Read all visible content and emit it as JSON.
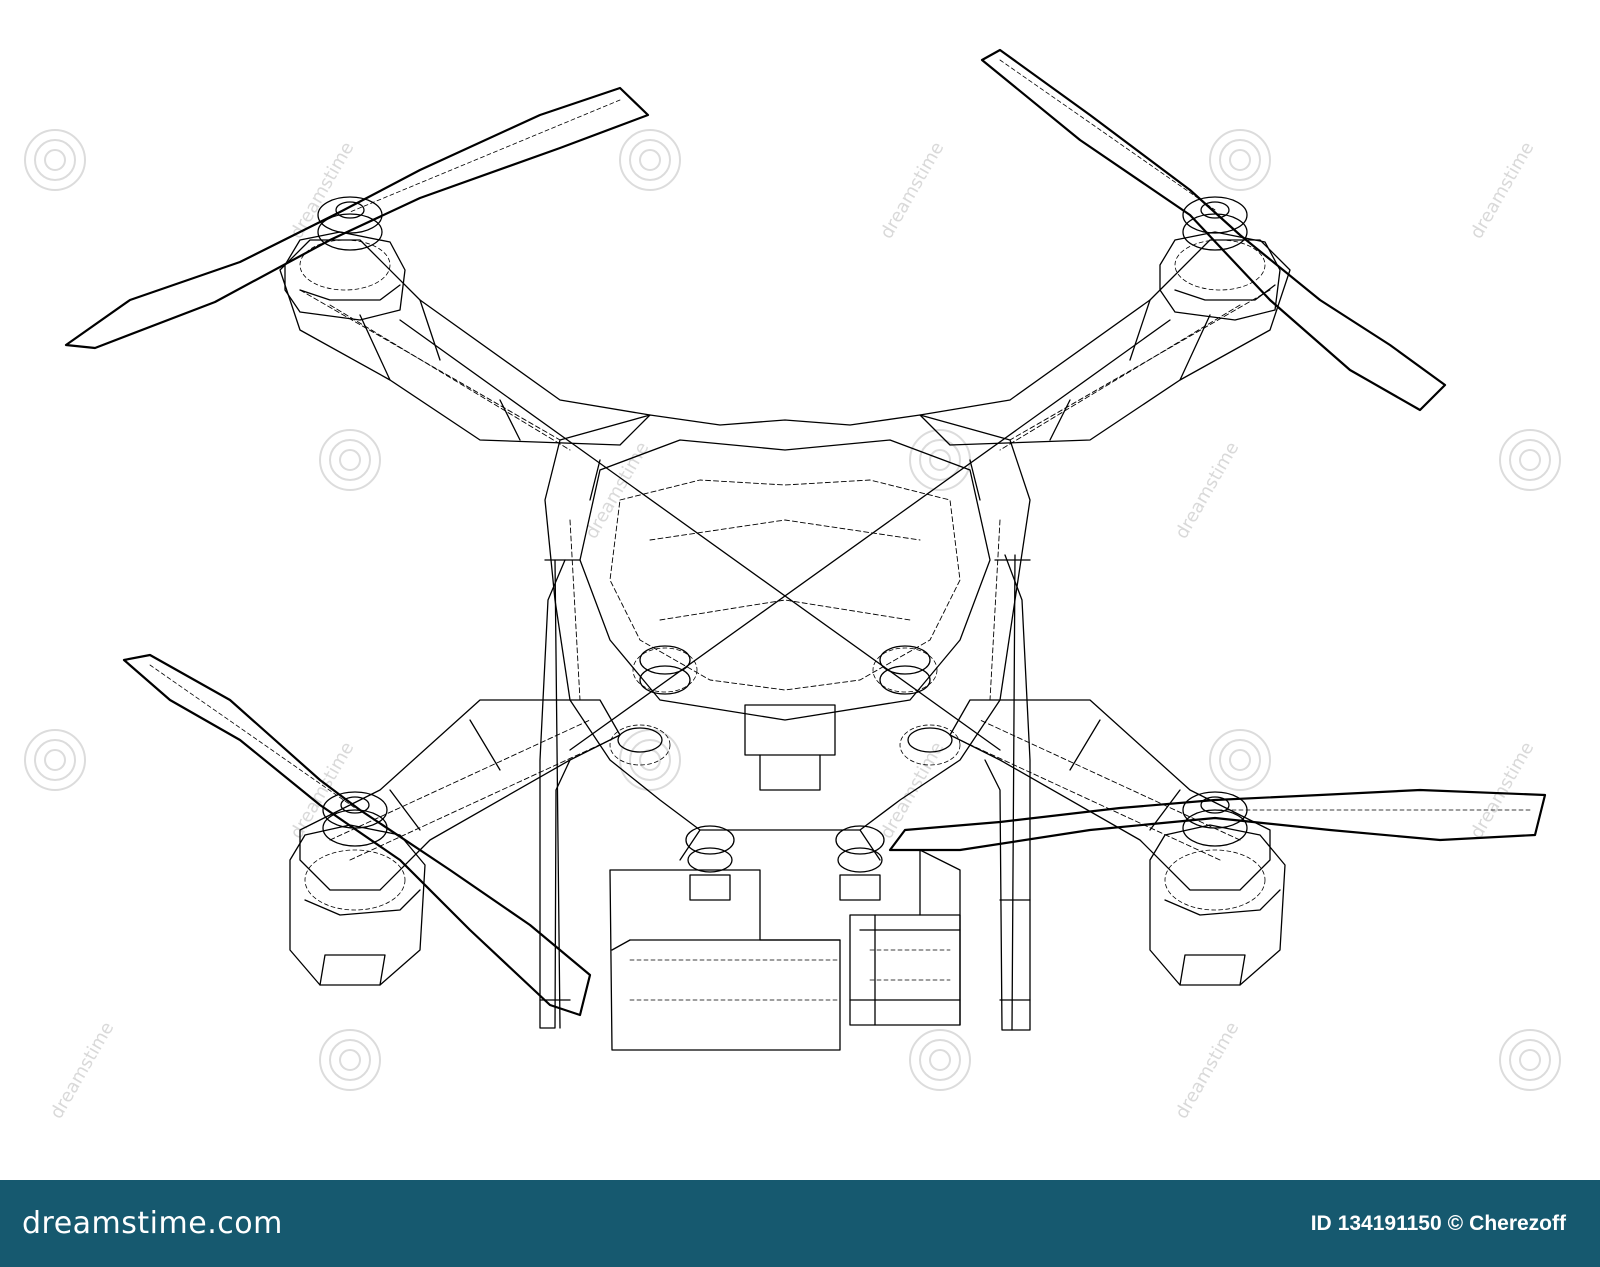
{
  "image": {
    "subject": "quadcopter-drone-wireframe",
    "line_color": "#000000",
    "background_color": "#ffffff"
  },
  "watermark": {
    "text": "dreamstime",
    "color": "#d9d9d9"
  },
  "footer": {
    "background_color": "#16596f",
    "text_color": "#ffffff",
    "brand": "dreamstime.com",
    "id_prefix": "ID",
    "id_number": "134191150",
    "copyright_symbol": "©",
    "author": "Cherezoff"
  }
}
